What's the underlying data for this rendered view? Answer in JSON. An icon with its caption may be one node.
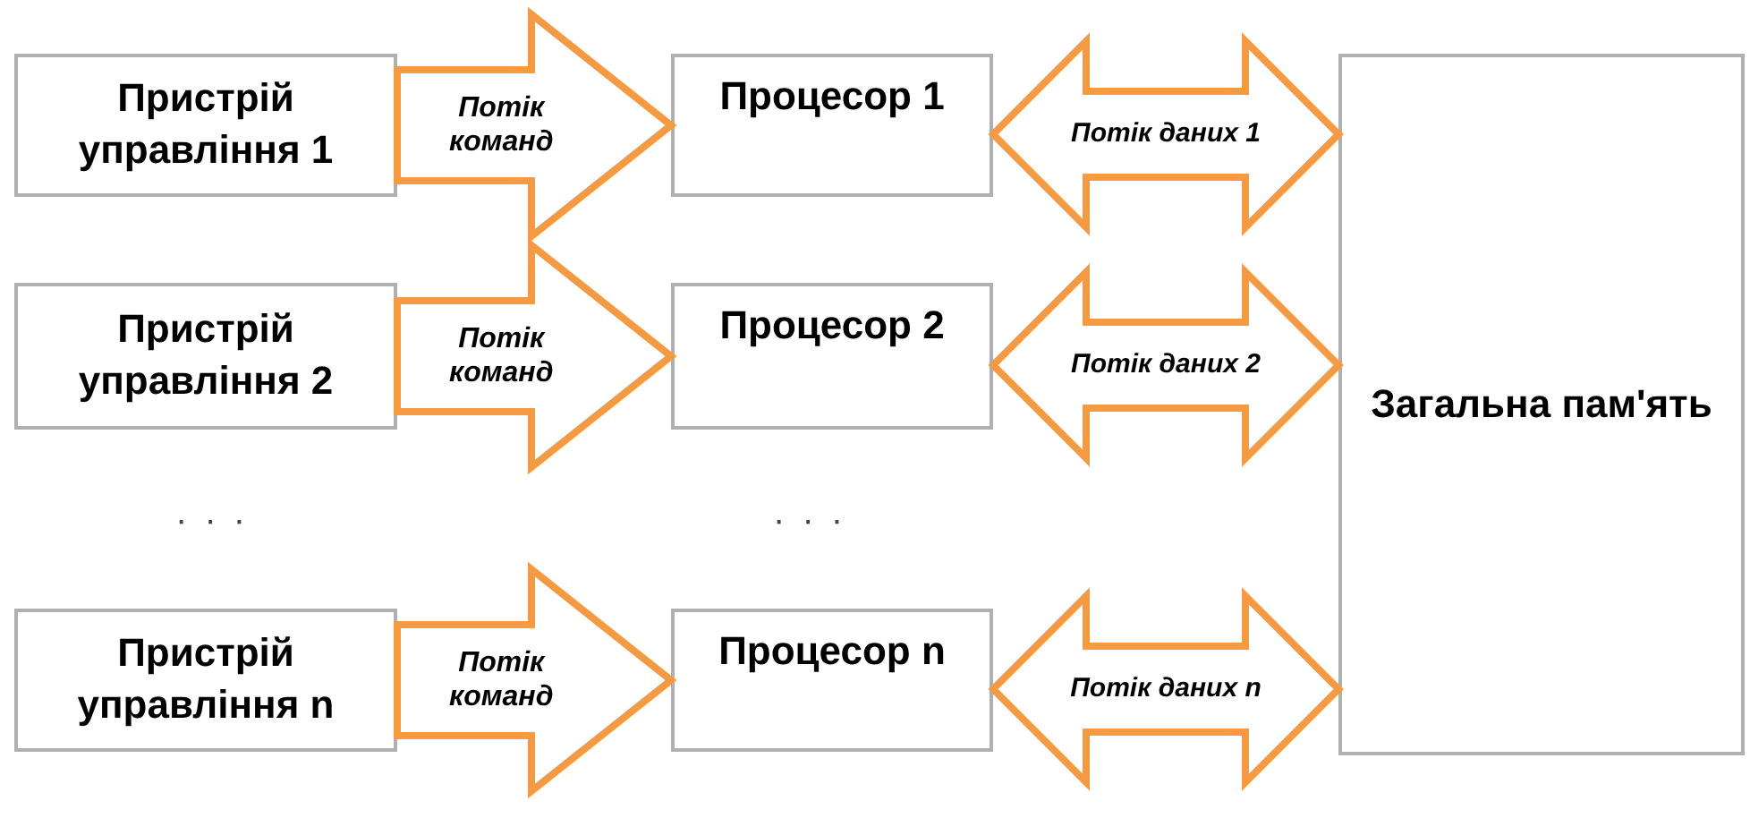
{
  "diagram": {
    "nodes": [
      {
        "text": [
          "Пристрій управління 1"
        ]
      },
      {
        "text": [
          "Пристрій управління 2"
        ]
      },
      {
        "text": [
          "Пристрій управління n"
        ]
      },
      {
        "text": [
          "Процесор 1"
        ]
      },
      {
        "text": [
          "Процесор 2"
        ]
      },
      {
        "text": [
          "Процесор n"
        ]
      },
      {
        "text": [
          "Загальна пам'ять"
        ]
      }
    ],
    "edges": [
      {
        "from": 0,
        "to": 3,
        "arrow": "to",
        "label": "Потік команд"
      },
      {
        "from": 1,
        "to": 4,
        "arrow": "to",
        "label": "Потік команд"
      },
      {
        "from": 2,
        "to": 5,
        "arrow": "to",
        "label": "Потік команд"
      },
      {
        "from": 3,
        "to": 6,
        "arrow": "both",
        "label": "Потік даних 1"
      },
      {
        "from": 4,
        "to": 6,
        "arrow": "both",
        "label": "Потік даних 2"
      },
      {
        "from": 5,
        "to": 6,
        "arrow": "both",
        "label": "Потік даних n"
      }
    ],
    "labels": [
      "· · ·",
      "· · ·"
    ]
  }
}
